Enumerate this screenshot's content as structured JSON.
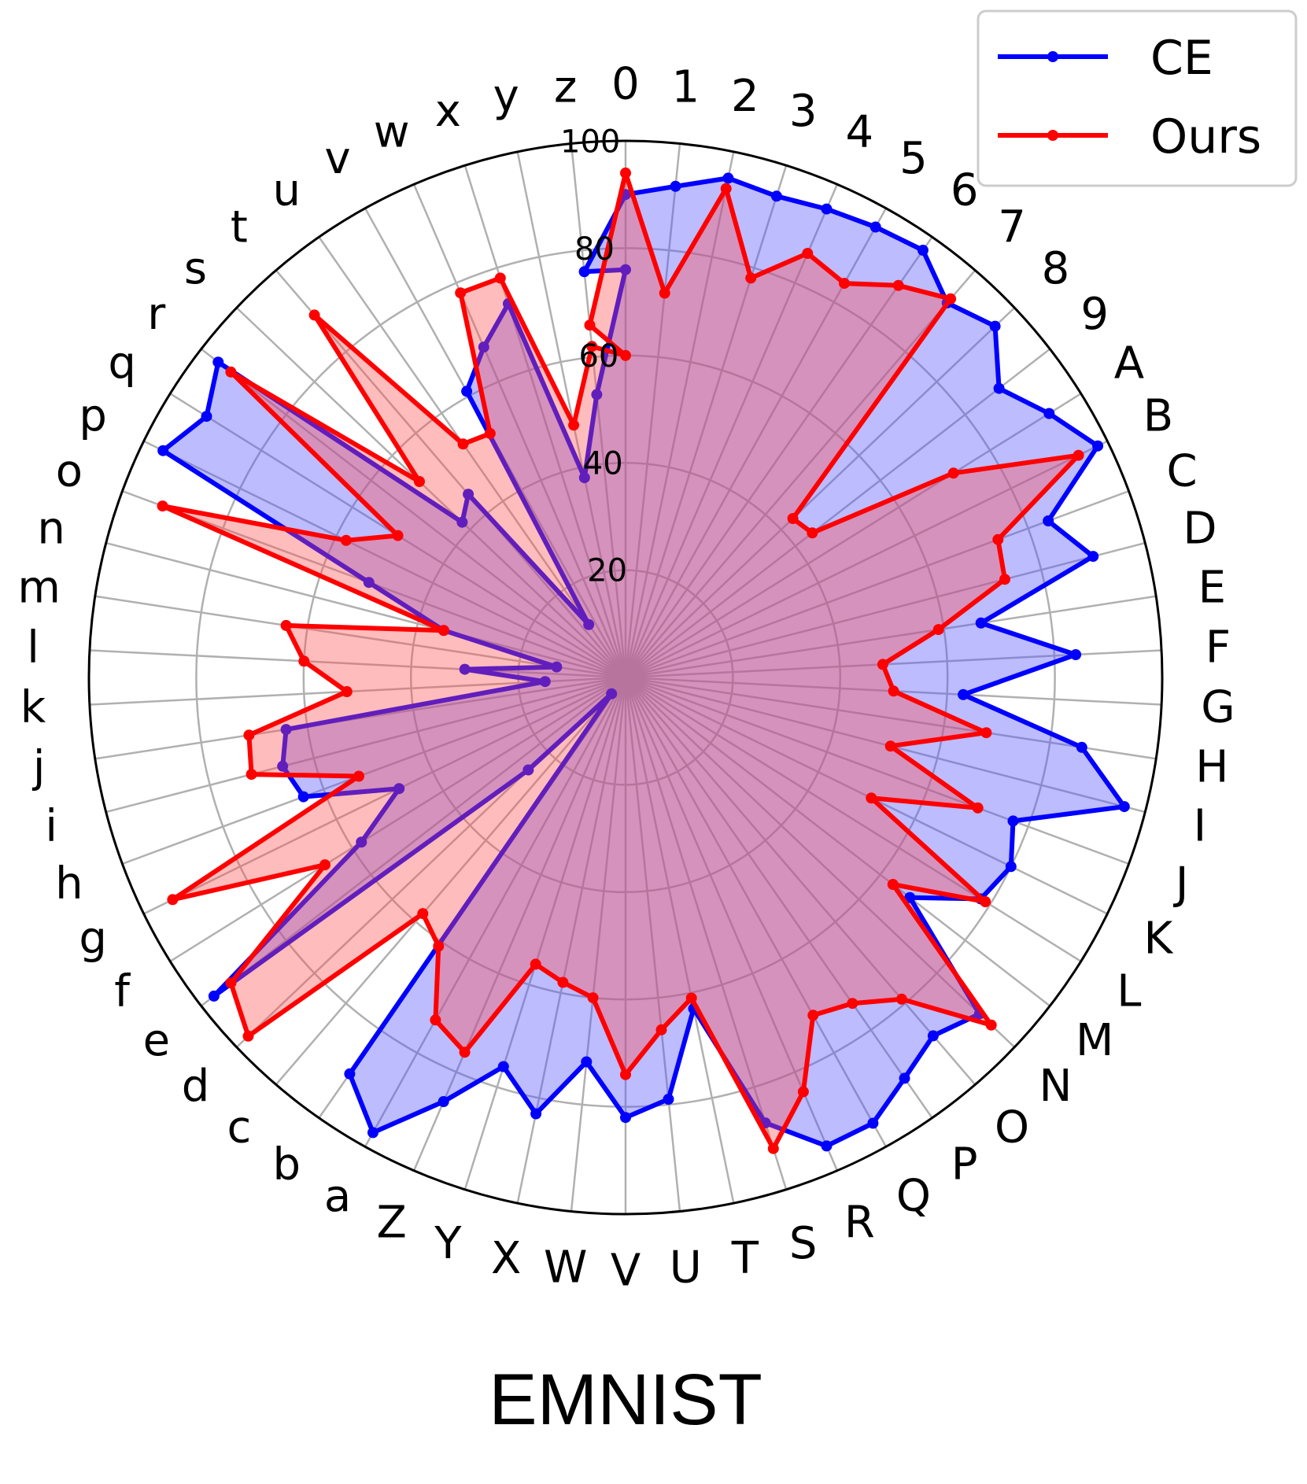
{
  "chart_data": {
    "type": "radar",
    "title": "EMNIST",
    "rlim": [
      0,
      100
    ],
    "rticks": [
      20,
      40,
      60,
      80,
      100
    ],
    "grid": true,
    "legend_position": "top-right",
    "categories": [
      "0",
      "z",
      "y",
      "x",
      "w",
      "v",
      "u",
      "t",
      "s",
      "r",
      "q",
      "p",
      "o",
      "n",
      "m",
      "l",
      "k",
      "j",
      "i",
      "h",
      "g",
      "f",
      "e",
      "d",
      "c",
      "b",
      "a",
      "Z",
      "Y",
      "X",
      "W",
      "V",
      "U",
      "T",
      "S",
      "R",
      "Q",
      "P",
      "O",
      "N",
      "M",
      "L",
      "K",
      "J",
      "I",
      "H",
      "G",
      "F",
      "E",
      "D",
      "C",
      "B",
      "A",
      "9",
      "8",
      "7",
      "6",
      "5",
      "4",
      "3",
      "2",
      "1"
    ],
    "series": [
      {
        "name": "CE",
        "color": "#0000ff",
        "fill": "rgba(80,80,255,0.38)",
        "values": [
          76,
          53,
          38,
          73,
          67,
          61,
          12,
          45,
          42,
          96,
          92,
          96,
          51,
          35,
          13,
          30,
          15,
          64,
          66,
          64,
          47,
          58,
          97,
          25,
          4,
          90,
          97,
          86,
          76,
          83,
          72,
          82,
          79,
          63,
          87,
          95,
          95,
          91,
          88,
          91,
          67,
          78,
          80,
          77,
          96,
          86,
          63,
          84,
          67,
          90,
          84,
          98,
          93,
          88,
          95,
          92,
          97,
          96,
          95,
          94,
          95,
          92,
          90,
          76
        ]
      },
      {
        "name": "Ours",
        "color": "#ff0000",
        "fill": "rgba(255,80,80,0.38)",
        "values": [
          60,
          62,
          48,
          78,
          78,
          52,
          53,
          89,
          53,
          93,
          50,
          58,
          92,
          35,
          64,
          60,
          52,
          71,
          72,
          53,
          94,
          66,
          93,
          97,
          58,
          61,
          73,
          76,
          56,
          58,
          60,
          74,
          66,
          61,
          92,
          84,
          72,
          74,
          79,
          94,
          63,
          79,
          51,
          70,
          51,
          68,
          50,
          48,
          59,
          73,
          74,
          94,
          72,
          44,
          43,
          93,
          89,
          84,
          86,
          78,
          93,
          72,
          94,
          66
        ]
      }
    ]
  }
}
